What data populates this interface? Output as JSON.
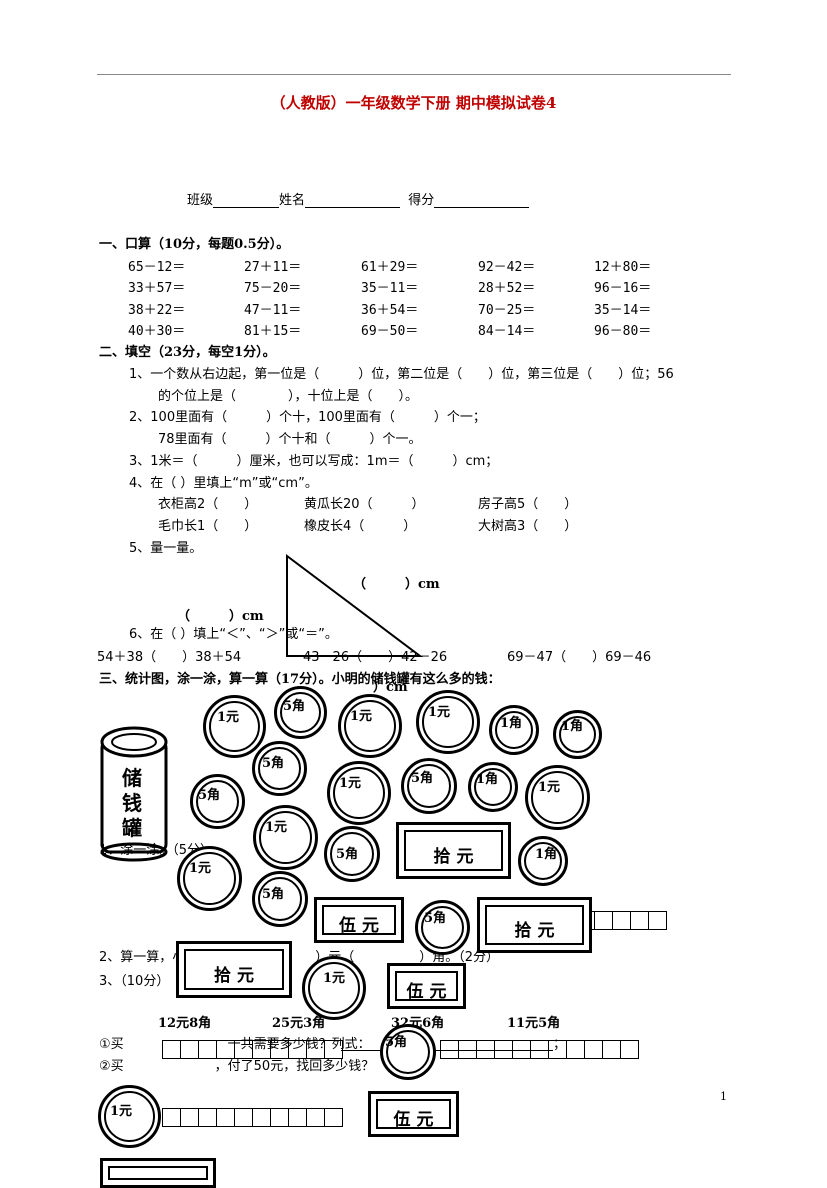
{
  "title": "（人教版）一年级数学下册 期中模拟试卷4",
  "header": {
    "class_label": "班级",
    "name_label": "姓名",
    "score_label": "得分"
  },
  "sec1": {
    "heading": "一、口算（10分，每题0.5分）。",
    "rows": [
      [
        "65－12＝",
        "27＋11＝",
        "61＋29＝",
        "92－42＝",
        "12＋80＝"
      ],
      [
        "33＋57＝",
        "75－20＝",
        "35－11＝",
        "28＋52＝",
        "96－16＝"
      ],
      [
        "38＋22＝",
        "47－11＝",
        "36＋54＝",
        "70－25＝",
        "35－14＝"
      ],
      [
        "40＋30＝",
        "81＋15＝",
        "69－50＝",
        "84－14＝",
        "96－80＝"
      ]
    ]
  },
  "sec2": {
    "heading": "二、填空（23分，每空1分）。",
    "q1a": "1、一个数从右边起，第一位是（　　　）位，第二位是（　　）位，第三位是（　　）位；56",
    "q1b": "的个位上是（　　　　），十位上是（　　）。",
    "q2a": "2、100里面有（　　　）个十，100里面有（　　　）个一；",
    "q2b": "78里面有（　　　）个十和（　　　）个一。",
    "q3": "3、1米＝（　　　）厘米，也可以写成：1m＝（　　　）cm；",
    "q4": "4、在（ ）里填上“m”或“cm”。",
    "q4_items": [
      "衣柜高2（　　）",
      "黄瓜长20（　　　）",
      "房子高5（　　）",
      "毛巾长1（　　）",
      "橡皮长4（　　　）",
      "大树高3（　　）"
    ],
    "q5": "5、量一量。",
    "tri_label_right": "（　　　）cm",
    "tri_label_left": "（　　　）cm",
    "tri_label_bottom": "）cm",
    "q6": "6、在（ ）填上“＜”、“＞”或“＝”。",
    "q6_items": [
      "54＋38（　　）38＋54",
      "43－26（　　）42－26",
      "69－47（　　）69－46"
    ]
  },
  "sec3": {
    "heading": "三、统计图，涂一涂，算一算（17分）。小明的储钱罐有这么多的钱：",
    "jar_label": "储钱罐",
    "q1": "1、涂一涂。（5分）",
    "q2": "2、算一算，小明一共有（　　　　　）元（　　　　　）角。（2分）",
    "q3": "3、（10分）",
    "prices": [
      "12元8角",
      "25元3角",
      "32元6角",
      "11元5角"
    ],
    "q3a": "①买　　　　　　　　一共需要多少钱？列式：",
    "q3a_end": "；",
    "q3b": "②买　　　　　　　，付了50元，找回多少钱？",
    "coin_1yuan": "1元",
    "coin_5jiao": "5角",
    "coin_1jiao": "1角",
    "note_10": "拾 元",
    "note_5": "伍 元"
  },
  "page_number": "1"
}
